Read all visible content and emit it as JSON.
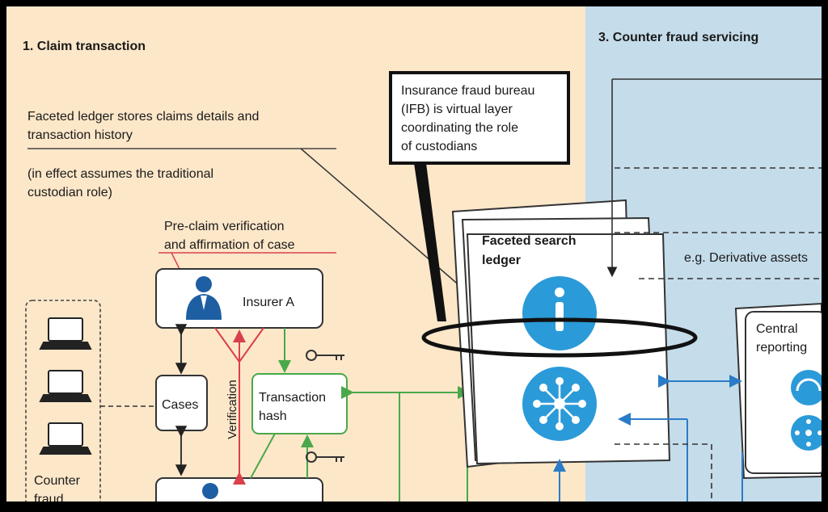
{
  "sections": {
    "claim_title": "1. Claim transaction",
    "counter_title": "3. Counter fraud servicing"
  },
  "notes": {
    "ledger_line1": "Faceted ledger stores claims details and",
    "ledger_line2": "transaction history",
    "effect_line1": "(in effect assumes the traditional",
    "effect_line2": "custodian role)",
    "preclaim_line1": "Pre-claim verification",
    "preclaim_line2": "and affirmation of case",
    "ifb_line1": "Insurance fraud bureau",
    "ifb_line2": "(IFB) is virtual layer",
    "ifb_line3": "coordinating the role",
    "ifb_line4": "of custodians",
    "derivative": "e.g. Derivative assets"
  },
  "nodes": {
    "insurer_a": "Insurer A",
    "cases": "Cases",
    "verification": "Verification",
    "tx_hash_line1": "Transaction",
    "tx_hash_line2": "hash",
    "ledger_line1": "Faceted search",
    "ledger_line2": "ledger",
    "central_line1": "Central",
    "central_line2": "reporting",
    "counter_fraud_line1": "Counter",
    "counter_fraud_line2": "fraud"
  },
  "colors": {
    "claim_bg": "#fde7c9",
    "counter_bg": "#c5dcea",
    "accent_blue": "#2b9ad8",
    "green": "#4aa84a",
    "red": "#d9404a",
    "navy": "#1e5fa3",
    "dark": "#222222"
  }
}
